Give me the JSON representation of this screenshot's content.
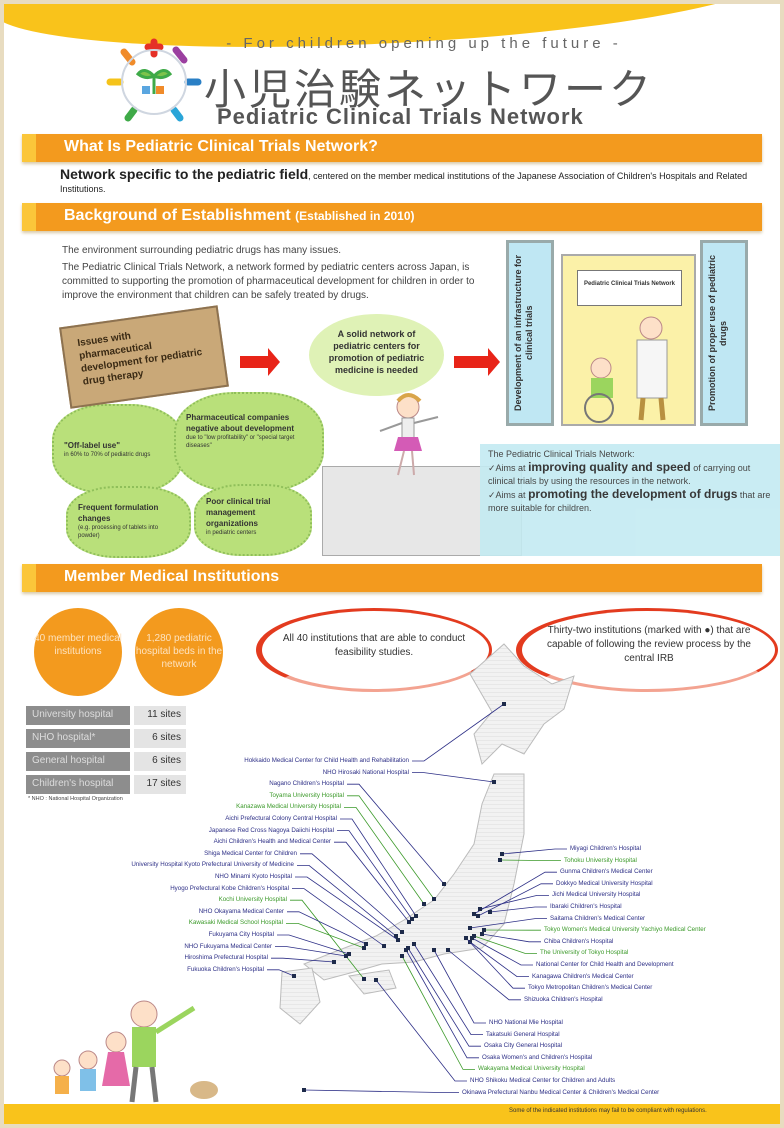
{
  "header": {
    "tagline": "- For children opening up the future -",
    "title_jp": "小児治験ネットワーク",
    "title_en": "Pediatric Clinical Trials Network"
  },
  "section1": {
    "heading": "What Is Pediatric Clinical Trials Network?",
    "lead": "Network specific to the pediatric field",
    "text": ", centered on the member medical institutions of the Japanese Association of Children's Hospitals and Related Institutions."
  },
  "section2": {
    "heading": "Background of Establishment",
    "heading_note": "(Established in 2010)",
    "para1": "The environment surrounding pediatric drugs has many issues.",
    "para2": "The Pediatric Clinical Trials Network, a network formed by pediatric centers across Japan, is committed to supporting the promotion of pharmaceutical development for children in order to improve the environment that children can be safely treated by drugs.",
    "sign": "Issues with pharmaceutical development for pediatric drug therapy",
    "issues": [
      {
        "title": "\"Off-label use\"",
        "sub": "in 60% to 70% of pediatric drugs"
      },
      {
        "title": "Pharmaceutical companies negative about development",
        "sub": "due to \"low profitability\" or \"special target diseases\""
      },
      {
        "title": "Frequent formulation changes",
        "sub": "(e.g. processing of tablets into powder)"
      },
      {
        "title": "Poor clinical trial management organizations",
        "sub": "in pediatric centers"
      }
    ],
    "need": "A solid network of pediatric centers for promotion of pediatric medicine is needed",
    "door_left": "Development of an infrastructure for clinical trials",
    "door_right": "Promotion of proper use of pediatric drugs",
    "door_sign": "Pediatric Clinical Trials Network",
    "info": {
      "title": "The Pediatric Clinical Trials Network:",
      "item1_pre": "✓Aims at ",
      "item1_bold": "improving quality and speed",
      "item1_post": " of carrying out clinical trials by using the resources in the network.",
      "item2_pre": "✓Aims at ",
      "item2_bold": "promoting the development of drugs",
      "item2_post": " that are more suitable for children."
    }
  },
  "section3": {
    "heading": "Member Medical Institutions",
    "circle1": "40 member medical institutions",
    "circle2": "1,280 pediatric hospital beds in the network",
    "callout1": "All 40 institutions that are able to conduct feasibility studies.",
    "callout2": "Thirty-two institutions (marked with ●) that are capable of following the review process by the central IRB",
    "table": [
      {
        "type": "University hospital",
        "count": "11 sites"
      },
      {
        "type": "NHO hospital*",
        "count": "6 sites"
      },
      {
        "type": "General hospital",
        "count": "6 sites"
      },
      {
        "type": "Children's hospital",
        "count": "17 sites"
      }
    ],
    "footnote": "* NHO : National Hospital Organization",
    "hospitals_left": [
      {
        "name": "Hokkaido Medical Center for Child Health and Rehabilitation",
        "university": false
      },
      {
        "name": "NHO Hirosaki National Hospital",
        "university": false
      },
      {
        "name": "Nagano Children's Hospital",
        "university": false
      },
      {
        "name": "Toyama University Hospital",
        "university": true
      },
      {
        "name": "Kanazawa Medical University Hospital",
        "university": true
      },
      {
        "name": "Aichi Prefectural Colony Central Hospital",
        "university": false
      },
      {
        "name": "Japanese Red Cross Nagoya Daiichi Hospital",
        "university": false
      },
      {
        "name": "Aichi Children's Health and Medical Center",
        "university": false
      },
      {
        "name": "Shiga Medical Center for Children",
        "university": false
      },
      {
        "name": "University Hospital Kyoto Prefectural University of Medicine",
        "university": false
      },
      {
        "name": "NHO Minami Kyoto Hospital",
        "university": false
      },
      {
        "name": "Hyogo Prefectural Kobe Children's Hospital",
        "university": false
      },
      {
        "name": "Kochi University Hospital",
        "university": true
      },
      {
        "name": "NHO Okayama Medical Center",
        "university": false
      },
      {
        "name": "Kawasaki Medical School Hospital",
        "university": true
      },
      {
        "name": "Fukuyama City Hospital",
        "university": false
      },
      {
        "name": "NHO Fukuyama Medical Center",
        "university": false
      },
      {
        "name": "Hiroshima Prefectural Hospital",
        "university": false
      },
      {
        "name": "Fukuoka Children's Hospital",
        "university": false
      }
    ],
    "hospitals_right": [
      {
        "name": "Miyagi Children's Hospital",
        "university": false
      },
      {
        "name": "Tohoku University Hospital",
        "university": true
      },
      {
        "name": "Gunma Children's Medical Center",
        "university": false
      },
      {
        "name": "Dokkyo Medical University Hospital",
        "university": false
      },
      {
        "name": "Jichi Medical University Hospital",
        "university": false
      },
      {
        "name": "Ibaraki Children's Hospital",
        "university": false
      },
      {
        "name": "Saitama Children's Medical Center",
        "university": false
      },
      {
        "name": "Tokyo Women's Medical University Yachiyo Medical Center",
        "university": true
      },
      {
        "name": "Chiba Children's Hospital",
        "university": false
      },
      {
        "name": "The University of Tokyo Hospital",
        "university": true
      },
      {
        "name": "National Center for Child Health and Development",
        "university": false
      },
      {
        "name": "Kanagawa Children's Medical Center",
        "university": false
      },
      {
        "name": "Tokyo Metropolitan Children's Medical Center",
        "university": false
      },
      {
        "name": "Shizuoka Children's Hospital",
        "university": false
      }
    ],
    "hospitals_bottom": [
      {
        "name": "NHO National Mie Hospital",
        "university": false
      },
      {
        "name": "Takatsuki General Hospital",
        "university": false
      },
      {
        "name": "Osaka City General Hospital",
        "university": false
      },
      {
        "name": "Osaka Women's and Children's Hospital",
        "university": false
      },
      {
        "name": "Wakayama Medical University Hospital",
        "university": true
      },
      {
        "name": "NHO Shikoku Medical Center for Children and Adults",
        "university": false
      },
      {
        "name": "Okinawa Prefectural Nanbu Medical Center & Children's Medical Center",
        "university": false
      }
    ],
    "note": "Some of the indicated institutions may fail to be compliant with regulations."
  },
  "colors": {
    "orange": "#f39a1e",
    "yellow": "#f9c31b",
    "navy": "#2d2f86",
    "green": "#3c9a2a",
    "red": "#e82418"
  }
}
